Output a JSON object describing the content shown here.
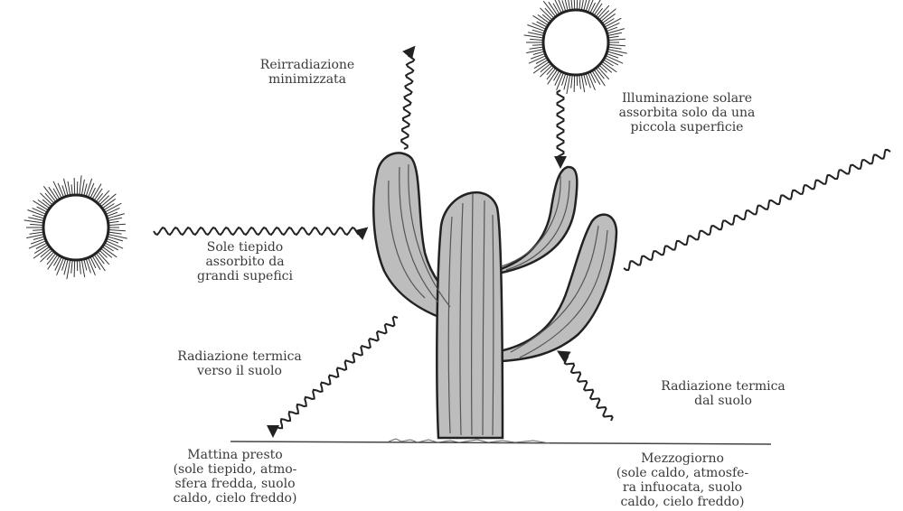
{
  "labels": {
    "reirradiazione": [
      "Reirradiazione",
      "minimizzata"
    ],
    "illuminazione": [
      "Illuminazione solare",
      "assorbita solo da una",
      "piccola superficie"
    ],
    "sole_tiepido": [
      "Sole tiepido",
      "assorbito da",
      "grandi supefici"
    ],
    "radiazione_verso": [
      "Radiazione termica",
      "verso il suolo"
    ],
    "radiazione_dal": [
      "Radiazione termica",
      "dal suolo"
    ],
    "mattina": [
      "Mattina presto",
      "(sole tiepido, atmo-",
      "sfera fredda, suolo",
      "caldo, cielo freddo)"
    ],
    "mezzogiorno": [
      "Mezzogiorno",
      "(sole caldo, atmosfe-",
      "ra infuocata, suolo",
      "caldo, cielo freddo)"
    ]
  },
  "icons": [
    "sun-icon-top",
    "sun-icon-left",
    "cactus-icon"
  ]
}
